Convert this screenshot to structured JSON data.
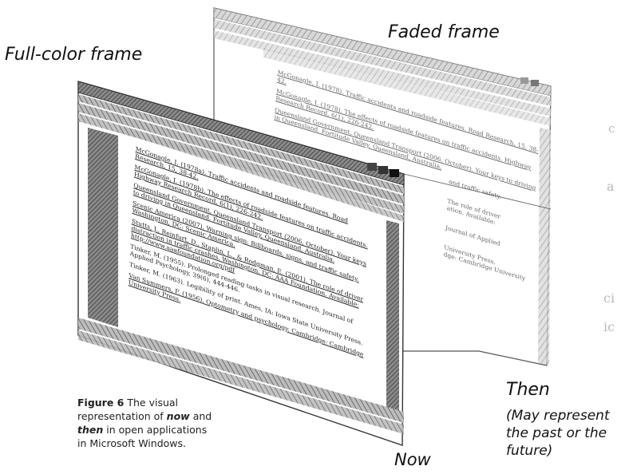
{
  "labels": {
    "faded_frame": "Faded frame",
    "full_color_frame": "Full-color frame",
    "then": "Then",
    "then_note": "(May represent the past or the future)",
    "now": "Now"
  },
  "caption": {
    "figure_label": "Figure 6",
    "text_1": " The visual representation of ",
    "now_word": "now",
    "text_2": " and ",
    "then_word": "then",
    "text_3": " in open applications in Microsoft Windows."
  },
  "edge_marks": [
    "c",
    "a",
    "ci",
    "ic"
  ],
  "faded_document": {
    "references": [
      "McGonagle, I. (1978). Traffic accidents and roadside features. Road Research, 15, 38-42.",
      "McGonagle, I. (1978). The effects of roadside features on traffic accidents. Highway Research Record, 6(1), 226-242.",
      "Queensland Government, Queensland Transport (2006, October). Your keys to driving in Queensland. Fortitude Valley, Queensland, Australia.",
      "and traffic safety.",
      "The role of driver",
      "ation. Available:",
      "Journal of Applied",
      "University Press.",
      "dge: Cambridge University"
    ]
  },
  "full_document": {
    "references": [
      "McGonagle, I. (1978a). Traffic accidents and roadside features. Road Research, 15, 38-42.",
      "McGonagle, I. (1978b). The effects of roadside features on traffic accidents. Highway Research Record, 6(1), 226-242.",
      "Queensland Government, Queensland Transport (2006, October). Your keys to driving in Queensland. Fortitude Valley, Queensland, Australia.",
      "Scenic America (2007). Warning sign: Billboards, signs, and traffic safety. Washington, DC: Scenic America.",
      "Stutts, J., Reinfurt, D., Staplin, L., & Rodgman, E. (2001). The role of driver distraction in traffic crashes. Washington, DC: AAA Foundation. Available: http://www.aaafoundation.org/pdf",
      "Tinker, M. (1955). Prolonged reading tasks in visual research. Journal of Applied Psychology, 39(6), 444-446.",
      "Tinker, M. (1963). Legibility of print. Ames, IA: Iowa State University Press.",
      "Van Summers, F. (1956). Optometry and psychology. Cambridge: Cambridge University Press."
    ]
  }
}
